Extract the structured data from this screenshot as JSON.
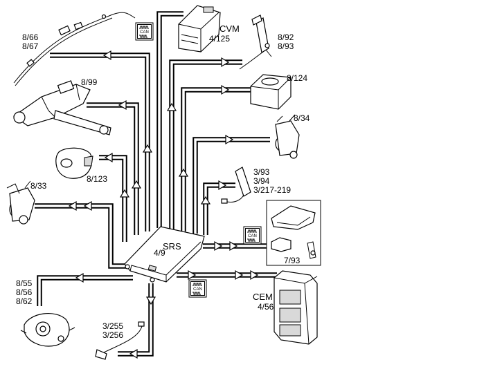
{
  "labels": {
    "harness_refs": "8/66\n8/67",
    "steering_column_ref": "8/99",
    "airbag_ref": "8/123",
    "seat_left_ref": "8/33",
    "front_sensor_refs": "8/55\n8/56\n8/62",
    "buckle_refs": "3/255\n3/256",
    "cvm_name": "CVM",
    "cvm_ref": "4/125",
    "belt_tensioner_refs": "8/92\n8/93",
    "passenger_airbag_ref": "8/124",
    "seat_right_ref": "8/34",
    "seat_sensor_refs": "3/93\n3/94\n3/217-219",
    "occupant_sensor_ref": "7/93",
    "srs_name": "SRS",
    "srs_ref": "4/9",
    "cem_name": "CEM",
    "cem_ref": "4/56",
    "can_line1": "CAN"
  },
  "colors": {
    "line": "#000000",
    "background": "#ffffff"
  }
}
